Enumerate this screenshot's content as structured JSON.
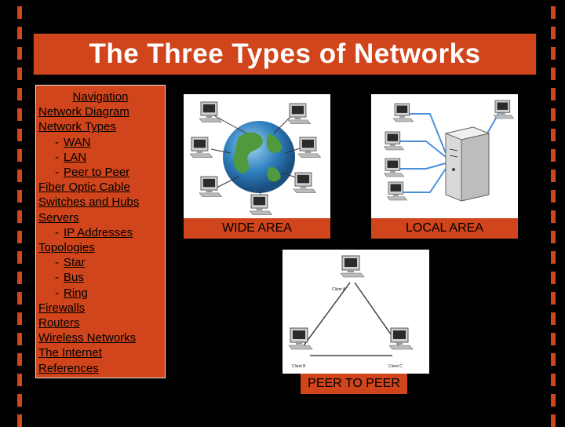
{
  "title": "The Three Types of Networks",
  "navigation": {
    "header": "Navigation",
    "items": [
      {
        "label": "Network Diagram",
        "sub": false
      },
      {
        "label": "Network Types",
        "sub": false
      },
      {
        "label": "WAN",
        "sub": true
      },
      {
        "label": "LAN",
        "sub": true
      },
      {
        "label": "Peer to Peer",
        "sub": true
      },
      {
        "label": "Fiber Optic Cable",
        "sub": false
      },
      {
        "label": "Switches and Hubs",
        "sub": false
      },
      {
        "label": "Servers",
        "sub": false
      },
      {
        "label": "IP Addresses",
        "sub": true
      },
      {
        "label": "Topologies",
        "sub": false
      },
      {
        "label": "Star",
        "sub": true
      },
      {
        "label": "Bus",
        "sub": true
      },
      {
        "label": "Ring",
        "sub": true
      },
      {
        "label": "Firewalls",
        "sub": false
      },
      {
        "label": "Routers",
        "sub": false
      },
      {
        "label": "Wireless Networks",
        "sub": false
      },
      {
        "label": "The Internet",
        "sub": false
      },
      {
        "label": "References",
        "sub": false
      }
    ],
    "sub_prefix": "-"
  },
  "diagrams": {
    "wan_label": "WIDE AREA",
    "lan_label": "LOCAL AREA",
    "p2p_label": "PEER TO PEER",
    "p2p_nodes": [
      "Client A",
      "Client B",
      "Client C"
    ]
  },
  "colors": {
    "accent": "#d0451b",
    "background": "#000000",
    "title_text": "#ffffff"
  }
}
